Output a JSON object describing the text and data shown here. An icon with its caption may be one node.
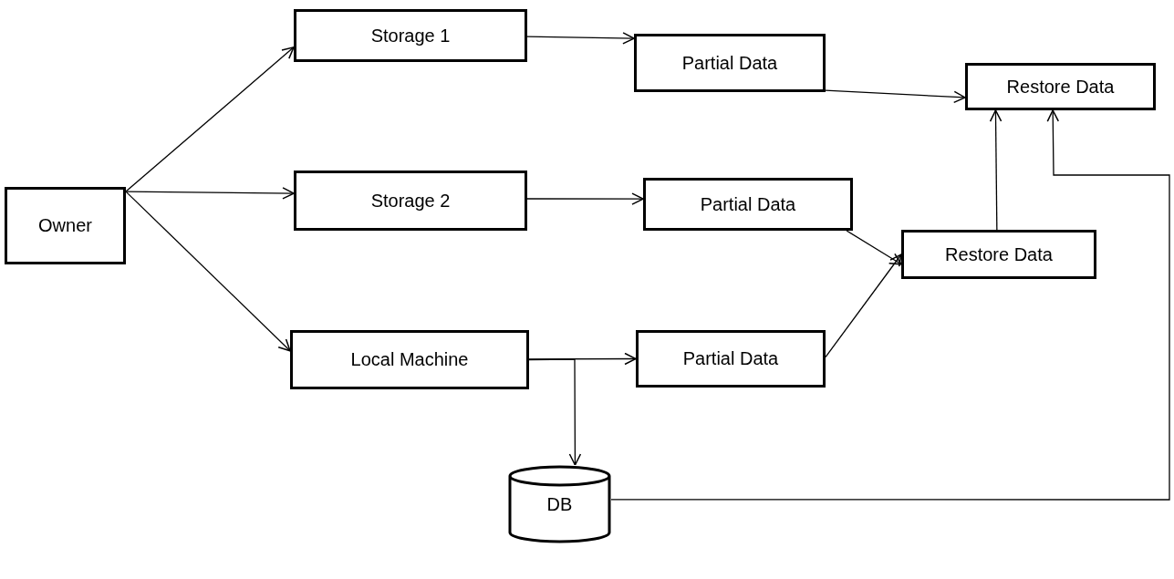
{
  "diagram": {
    "nodes": [
      {
        "text": [
          "Owner"
        ]
      },
      {
        "text": [
          "Storage 1"
        ]
      },
      {
        "text": [
          "Partial Data"
        ]
      },
      {
        "text": [
          "Restore Data"
        ]
      },
      {
        "text": [
          "Storage 2"
        ]
      },
      {
        "text": [
          "Partial Data"
        ]
      },
      {
        "text": [
          "Restore Data"
        ]
      },
      {
        "text": [
          "Local Machine"
        ]
      },
      {
        "text": [
          "Partial Data"
        ]
      },
      {
        "text": [
          "DB"
        ]
      }
    ],
    "edges": [
      {
        "from": 0,
        "to": 1,
        "arrow": "to"
      },
      {
        "from": 0,
        "to": 4,
        "arrow": "to"
      },
      {
        "from": 0,
        "to": 7,
        "arrow": "to"
      },
      {
        "from": 1,
        "to": 2,
        "arrow": "to"
      },
      {
        "from": 4,
        "to": 5,
        "arrow": "to"
      },
      {
        "from": 7,
        "to": 8,
        "arrow": "to"
      },
      {
        "from": 2,
        "to": 3,
        "arrow": "to"
      },
      {
        "from": 5,
        "to": 6,
        "arrow": "to"
      },
      {
        "from": 8,
        "to": 6,
        "arrow": "to"
      },
      {
        "from": 6,
        "to": 3,
        "arrow": "to"
      },
      {
        "from": 7,
        "to": 9,
        "arrow": "to"
      },
      {
        "from": 9,
        "to": 3,
        "arrow": "to"
      }
    ]
  }
}
